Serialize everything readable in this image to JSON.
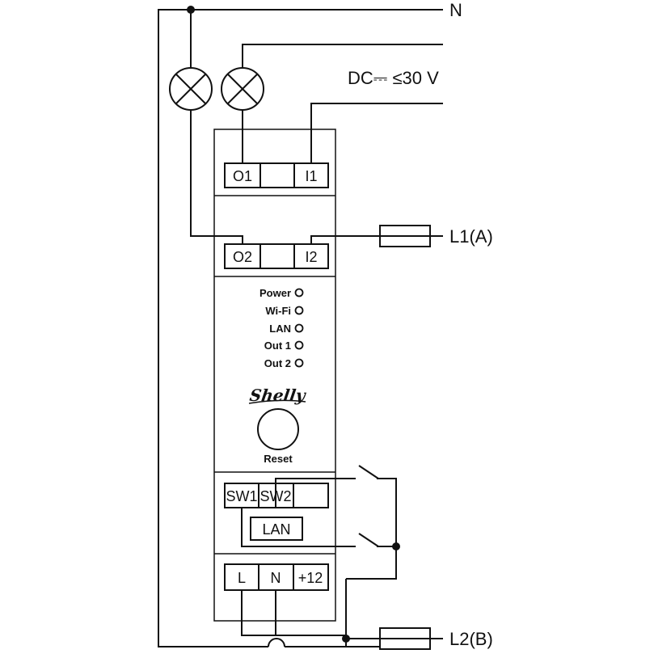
{
  "lines": {
    "neutral": "N",
    "dc_supply": "DC⎓ ≤30 V",
    "l1": "L1(A)",
    "l2": "L2(B)"
  },
  "terminals": {
    "top_row": [
      "O1",
      "",
      "I1"
    ],
    "middle_row": [
      "O2",
      "",
      "I2"
    ],
    "switch_row": [
      "SW1",
      "SW2",
      ""
    ],
    "lan": "LAN",
    "power_row": [
      "L",
      "N",
      "+12"
    ]
  },
  "leds": [
    {
      "label": "Power"
    },
    {
      "label": "Wi-Fi"
    },
    {
      "label": "LAN"
    },
    {
      "label": "Out 1"
    },
    {
      "label": "Out 2"
    }
  ],
  "device": {
    "brand": "Shelly",
    "reset_label": "Reset"
  }
}
